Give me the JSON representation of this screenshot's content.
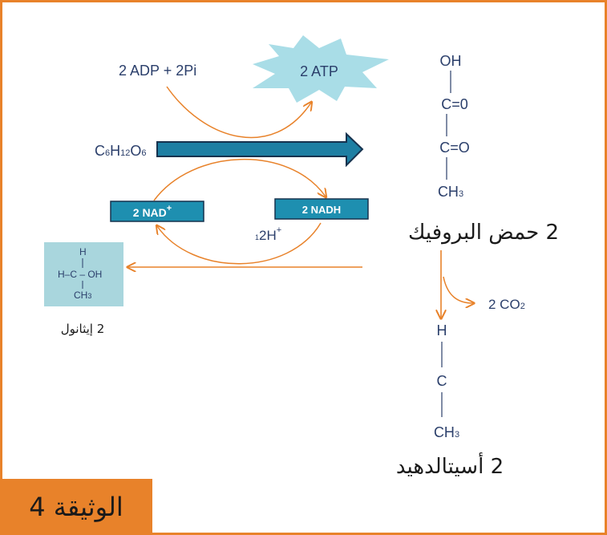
{
  "reactants": {
    "adp_pi": "2 ADP + 2Pi",
    "atp": "2 ATP",
    "glucose": "C6H12O6"
  },
  "nad_box": {
    "label": "2 NAD",
    "sup": "+"
  },
  "nadh_box": {
    "label": "2 NADH"
  },
  "hydrogen": {
    "label": "2H",
    "sup": "+",
    "small_prefix": "1"
  },
  "pyruvic": {
    "formula_lines": [
      "OH",
      "C=0",
      "C=O",
      "CH3"
    ],
    "name": "2 حمض البروفيك"
  },
  "co2": {
    "label": "2 CO2"
  },
  "acetaldehyde": {
    "formula_lines": [
      "H",
      "C",
      "CH3"
    ],
    "name": "2 أسيتالدهيد"
  },
  "ethanol": {
    "formula_top": "H",
    "formula_mid": "H–C – OH",
    "formula_bottom": "CH3",
    "name": "2 إيثانول"
  },
  "document_label": "الوثيقة 4",
  "colors": {
    "orange": "#e8822a",
    "teal": "#1e8fb0",
    "navy": "#2b3f6b",
    "light_teal": "#a9d6dd",
    "star": "#a9dde7"
  }
}
